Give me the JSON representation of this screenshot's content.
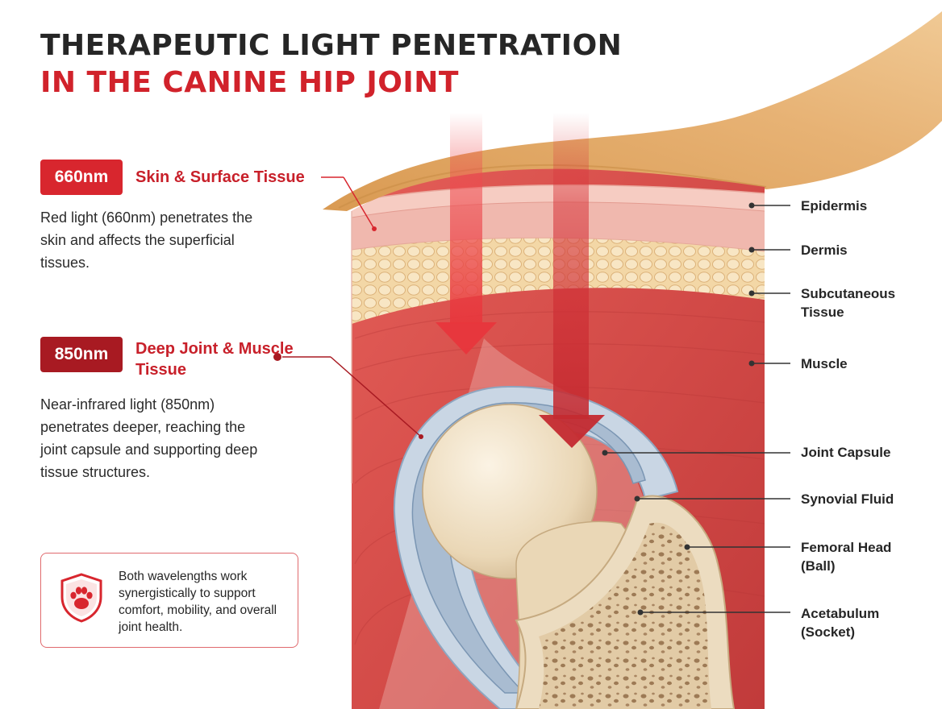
{
  "title": {
    "line1": "THERAPEUTIC LIGHT PENETRATION",
    "line2": "IN THE CANINE HIP JOINT"
  },
  "bands": [
    {
      "badge": "660nm",
      "title": "Skin & Surface Tissue",
      "description": "Red light (660nm) penetrates the skin and affects the superficial tissues.",
      "color": "#d8262e"
    },
    {
      "badge": "850nm",
      "title": "Deep Joint & Muscle Tissue",
      "description": "Near-infrared light (850nm) penetrates deeper, reaching the joint capsule and supporting deep tissue structures.",
      "color": "#a81a22"
    }
  ],
  "callout": {
    "text": "Both wavelengths work synergistically to support comfort, mobility, and overall joint health.",
    "icon": "shield-paw-icon"
  },
  "labels": [
    {
      "text": "Epidermis"
    },
    {
      "text": "Dermis"
    },
    {
      "text": "Subcutaneous Tissue"
    },
    {
      "text": "Muscle"
    },
    {
      "text": "Joint Capsule"
    },
    {
      "text": "Synovial Fluid"
    },
    {
      "text": "Femoral Head (Ball)"
    },
    {
      "text": "Acetabulum (Socket)"
    }
  ],
  "colors": {
    "accent_red": "#d1222b",
    "dark_red": "#a81a22",
    "text_dark": "#262626",
    "fur": "#e3a861",
    "muscle": "#d9504d",
    "fat": "#f1d4a2",
    "bone": "#ecdcc0",
    "capsule": "#9eb4cc"
  }
}
